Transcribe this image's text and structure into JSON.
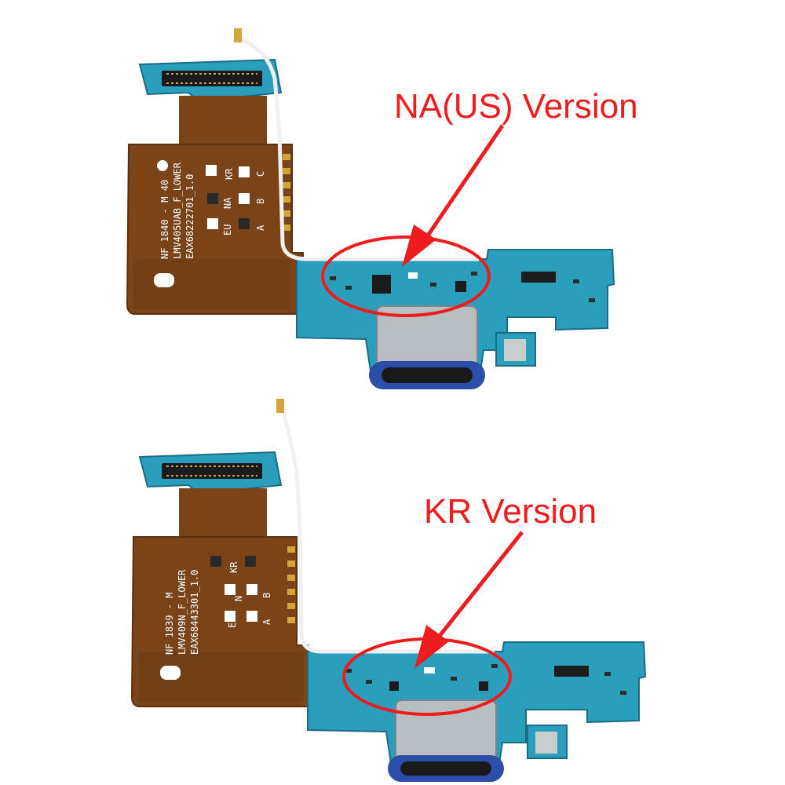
{
  "colors": {
    "accent": "#ee1c1c",
    "flex_brown": "#7a4418",
    "pcb_teal": "#2a9fbd",
    "gold": "#d4a33a"
  },
  "callouts": {
    "top": "NA(US) Version",
    "bottom": "KR Version"
  },
  "top_board": {
    "silkscreen": [
      "NF 1840 - M  40",
      "LMV405UAB_F_LOWER",
      "EAX68222701_1.0"
    ],
    "markers": [
      "KR",
      "C",
      "NA",
      "B",
      "EU",
      "A"
    ]
  },
  "bottom_board": {
    "silkscreen": [
      "NF 1839 - M",
      "LMV409N_F_LOWER",
      "EAX68443301_1.0"
    ],
    "markers": [
      "KR",
      "N",
      "B",
      "EU",
      "A"
    ]
  }
}
